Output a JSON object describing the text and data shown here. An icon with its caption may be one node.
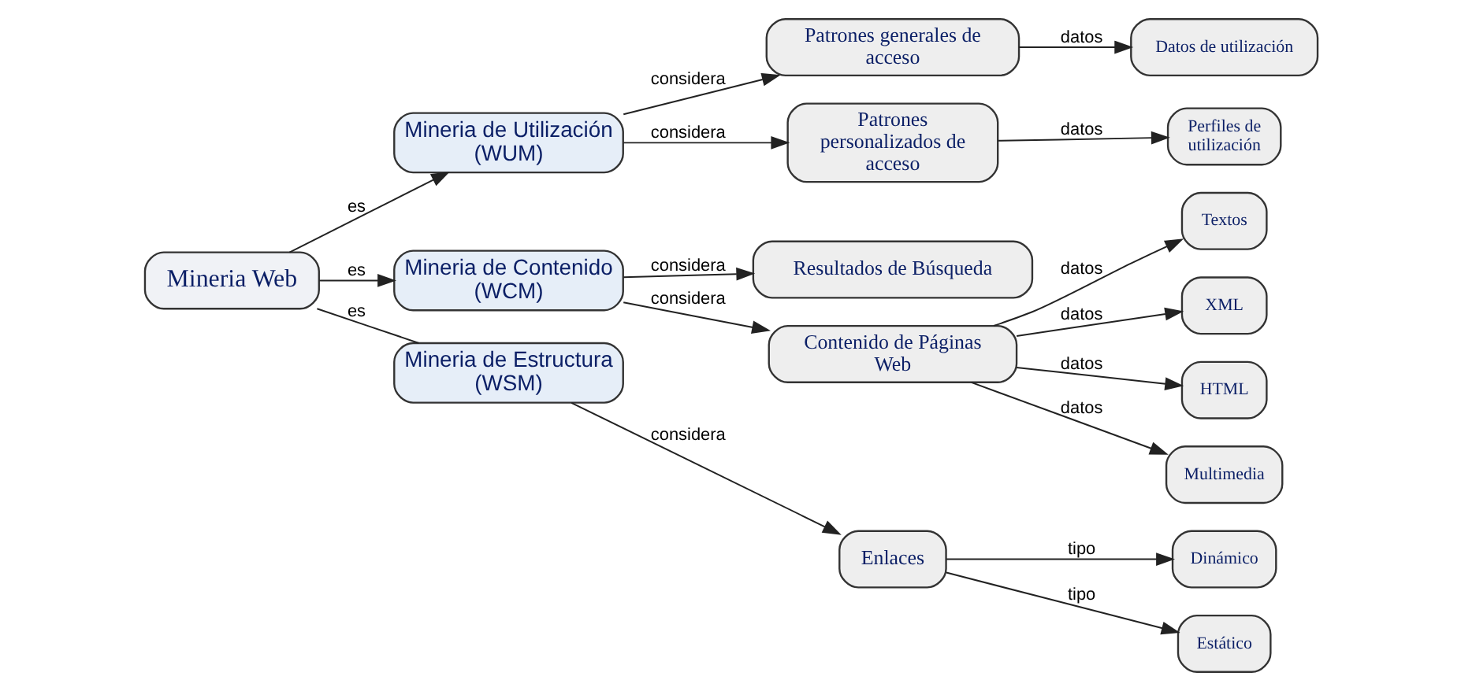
{
  "diagram": {
    "nodes": [
      {
        "text": [
          "Mineria Web"
        ]
      },
      {
        "text": [
          "Mineria de Utilización (WUM)"
        ]
      },
      {
        "text": [
          "Mineria de Contenido (WCM)"
        ]
      },
      {
        "text": [
          "Mineria de Estructura (WSM)"
        ]
      },
      {
        "text": [
          "Patrones generales de acceso"
        ]
      },
      {
        "text": [
          "Patrones personalizados de acceso"
        ]
      },
      {
        "text": [
          "Datos de utilización"
        ]
      },
      {
        "text": [
          "Perfiles de utilización"
        ]
      },
      {
        "text": [
          "Resultados de Búsqueda"
        ]
      },
      {
        "text": [
          "Contenido de Páginas Web"
        ]
      },
      {
        "text": [
          "Textos"
        ]
      },
      {
        "text": [
          "XML"
        ]
      },
      {
        "text": [
          "HTML"
        ]
      },
      {
        "text": [
          "Multimedia"
        ]
      },
      {
        "text": [
          "Enlaces"
        ]
      },
      {
        "text": [
          "Dinámico"
        ]
      },
      {
        "text": [
          "Estático"
        ]
      }
    ],
    "edges": [
      {
        "from": 0,
        "to": 1,
        "arrow": "to",
        "label": "es"
      },
      {
        "from": 0,
        "to": 2,
        "arrow": "to",
        "label": "es"
      },
      {
        "from": 0,
        "to": 3,
        "arrow": "none",
        "label": "es"
      },
      {
        "from": 1,
        "to": 4,
        "arrow": "to",
        "label": "considera"
      },
      {
        "from": 1,
        "to": 5,
        "arrow": "to",
        "label": "considera"
      },
      {
        "from": 4,
        "to": 6,
        "arrow": "to",
        "label": "datos"
      },
      {
        "from": 5,
        "to": 7,
        "arrow": "to",
        "label": "datos"
      },
      {
        "from": 2,
        "to": 8,
        "arrow": "to",
        "label": "considera"
      },
      {
        "from": 2,
        "to": 9,
        "arrow": "to",
        "label": "considera"
      },
      {
        "from": 9,
        "to": 10,
        "arrow": "to",
        "label": "datos"
      },
      {
        "from": 9,
        "to": 11,
        "arrow": "to",
        "label": "datos"
      },
      {
        "from": 9,
        "to": 12,
        "arrow": "to",
        "label": "datos"
      },
      {
        "from": 9,
        "to": 13,
        "arrow": "to",
        "label": "datos"
      },
      {
        "from": 3,
        "to": 14,
        "arrow": "to",
        "label": "considera"
      },
      {
        "from": 14,
        "to": 15,
        "arrow": "to",
        "label": "tipo"
      },
      {
        "from": 14,
        "to": 16,
        "arrow": "to",
        "label": "tipo"
      }
    ]
  }
}
